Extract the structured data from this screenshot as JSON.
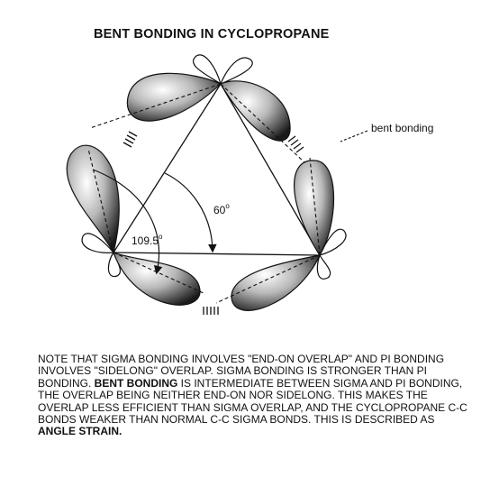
{
  "title": "BENT BONDING IN CYCLOPROPANE",
  "diagram": {
    "angle_label_60": "60",
    "angle_label_1095": "109.5",
    "degree_symbol": "o",
    "bent_bonding_label": "bent bonding"
  },
  "note": {
    "part1": "NOTE THAT SIGMA BONDING INVOLVES \"END-ON OVERLAP\" AND PI BONDING INVOLVES \"SIDELONG\" OVERLAP. SIGMA BONDING IS STRONGER THAN PI BONDING. ",
    "bold1": "BENT BONDING",
    "part2": " IS INTERMEDIATE BETWEEN SIGMA AND PI BONDING, THE OVERLAP BEING NEITHER END-ON NOR SIDELONG. THIS MAKES THE OVERLAP LESS EFFICIENT THAN SIGMA OVERLAP, AND THE CYCLOPROPANE C-C BONDS WEAKER THAN NORMAL C-C SIGMA BONDS. THIS IS DESCRIBED AS ",
    "bold2": "ANGLE STRAIN."
  }
}
